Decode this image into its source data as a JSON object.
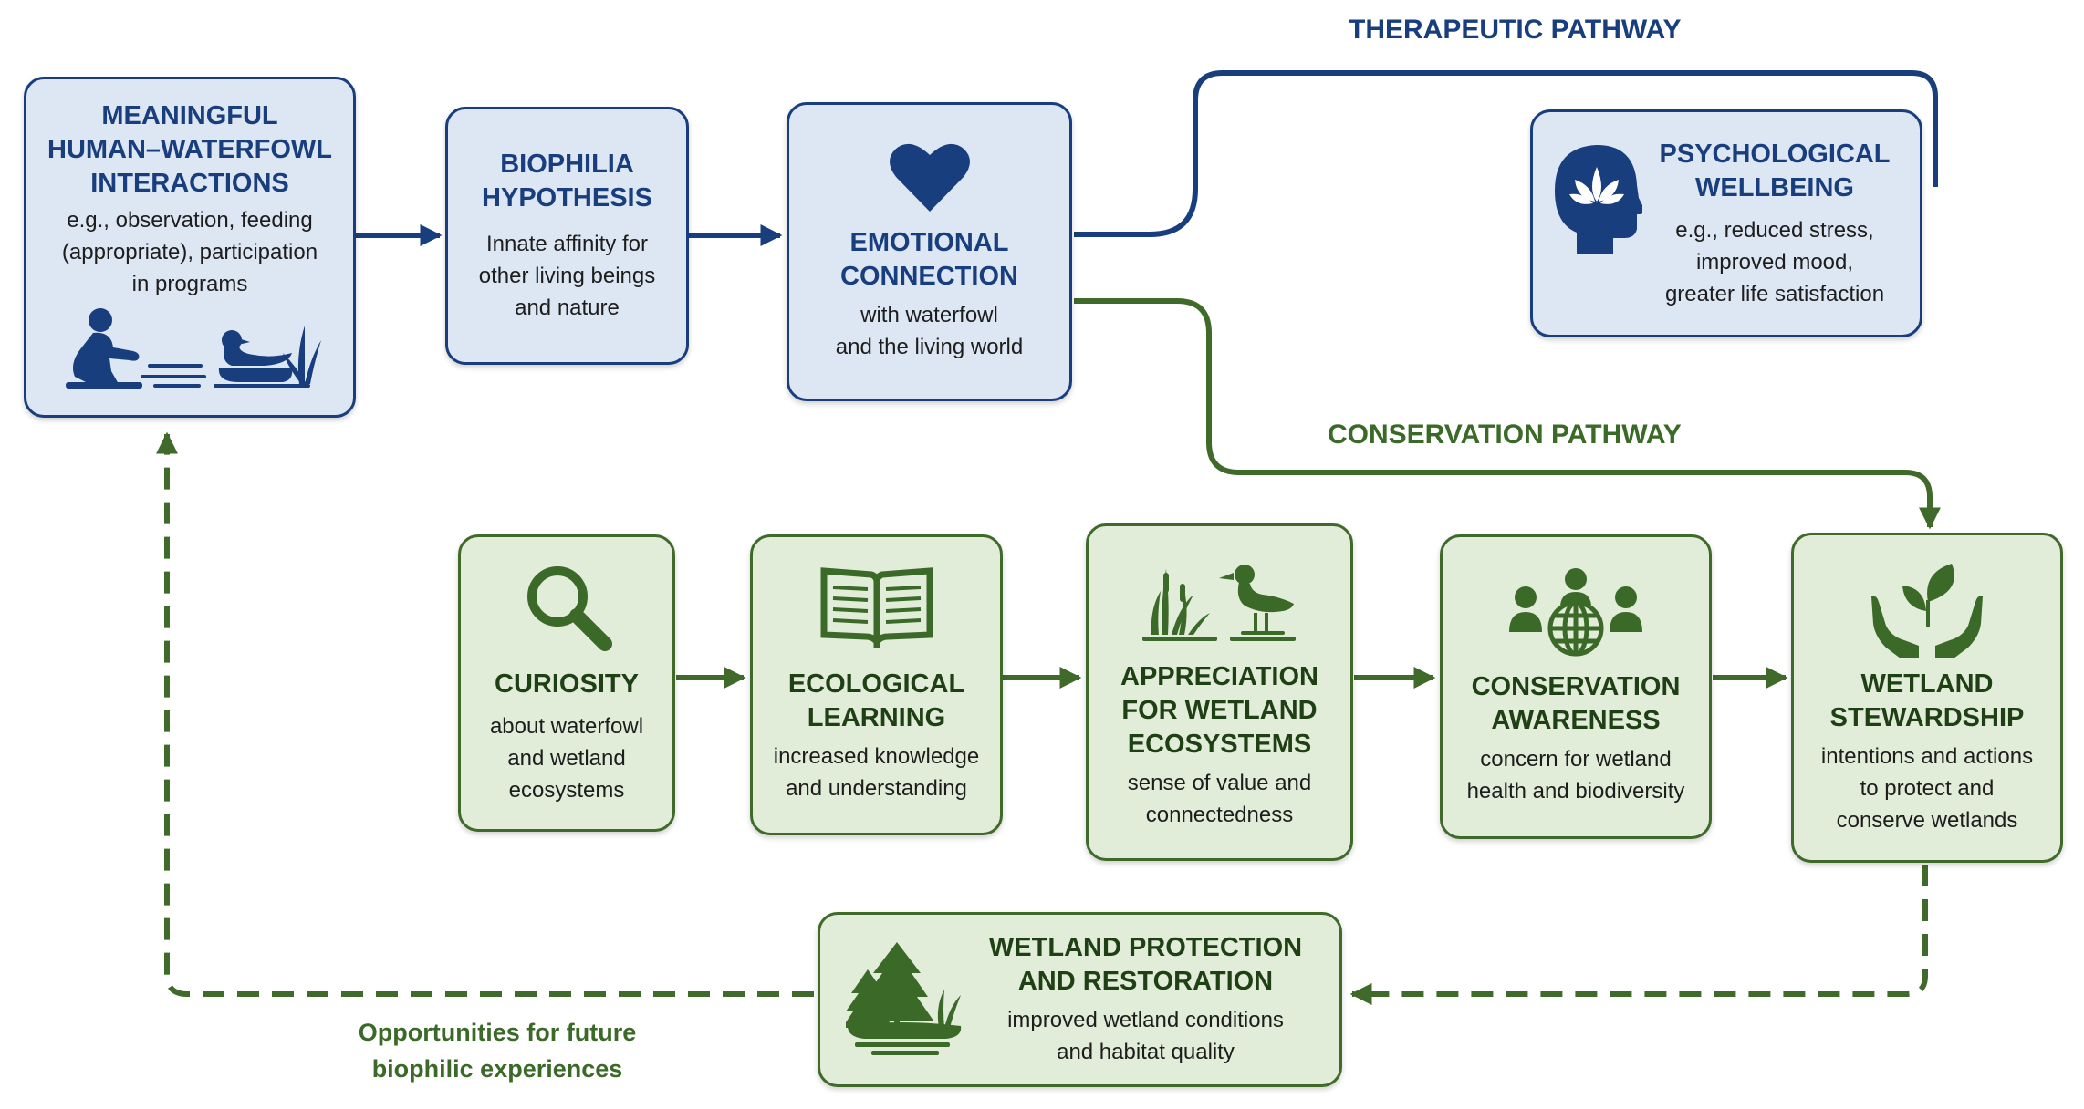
{
  "colors": {
    "blue": "#183e7e",
    "green": "#3f6a2a",
    "blue_fill": "#dde6f3",
    "green_fill": "#e1ecd9"
  },
  "pathways": {
    "therapeutic": "THERAPEUTIC PATHWAY",
    "conservation": "CONSERVATION PATHWAY"
  },
  "feedback": {
    "line1": "Opportunities for future",
    "line2": "biophilic experiences"
  },
  "nodes": {
    "interactions": {
      "title": [
        "MEANINGFUL",
        "HUMAN–WATERFOWL",
        "INTERACTIONS"
      ],
      "desc": [
        "e.g., observation, feeding",
        "(appropriate), participation",
        "in programs"
      ],
      "icon": "person-feeding-duck-icon"
    },
    "biophilia": {
      "title": [
        "BIOPHILIA",
        "HYPOTHESIS"
      ],
      "desc": [
        "Innate affinity for",
        "other living beings",
        "and nature"
      ]
    },
    "emotional": {
      "title": [
        "EMOTIONAL",
        "CONNECTION"
      ],
      "desc": [
        "with waterfowl",
        "and the living world"
      ],
      "icon": "heart-icon"
    },
    "wellbeing": {
      "title": [
        "PSYCHOLOGICAL",
        "WELLBEING"
      ],
      "desc": [
        "e.g., reduced stress,",
        "improved mood,",
        "greater life satisfaction"
      ],
      "icon": "head-lotus-icon"
    },
    "curiosity": {
      "title": [
        "CURIOSITY"
      ],
      "desc": [
        "about waterfowl",
        "and wetland",
        "ecosystems"
      ],
      "icon": "magnifier-icon"
    },
    "learning": {
      "title": [
        "ECOLOGICAL",
        "LEARNING"
      ],
      "desc": [
        "increased knowledge",
        "and understanding"
      ],
      "icon": "open-book-icon"
    },
    "appreciation": {
      "title": [
        "APPRECIATION",
        "FOR WETLAND",
        "ECOSYSTEMS"
      ],
      "desc": [
        "sense of value and",
        "connectedness"
      ],
      "icon": "reeds-duck-icon"
    },
    "awareness": {
      "title": [
        "CONSERVATION",
        "AWARENESS"
      ],
      "desc": [
        "concern for wetland",
        "health and biodiversity"
      ],
      "icon": "people-globe-icon"
    },
    "stewardship": {
      "title": [
        "WETLAND",
        "STEWARDSHIP"
      ],
      "desc": [
        "intentions and actions",
        "to protect and",
        "conserve wetlands"
      ],
      "icon": "hands-sprout-icon"
    },
    "protection": {
      "title": [
        "WETLAND PROTECTION",
        "AND RESTORATION"
      ],
      "desc": [
        "improved wetland conditions",
        "and habitat quality"
      ],
      "icon": "trees-wetland-icon"
    }
  }
}
